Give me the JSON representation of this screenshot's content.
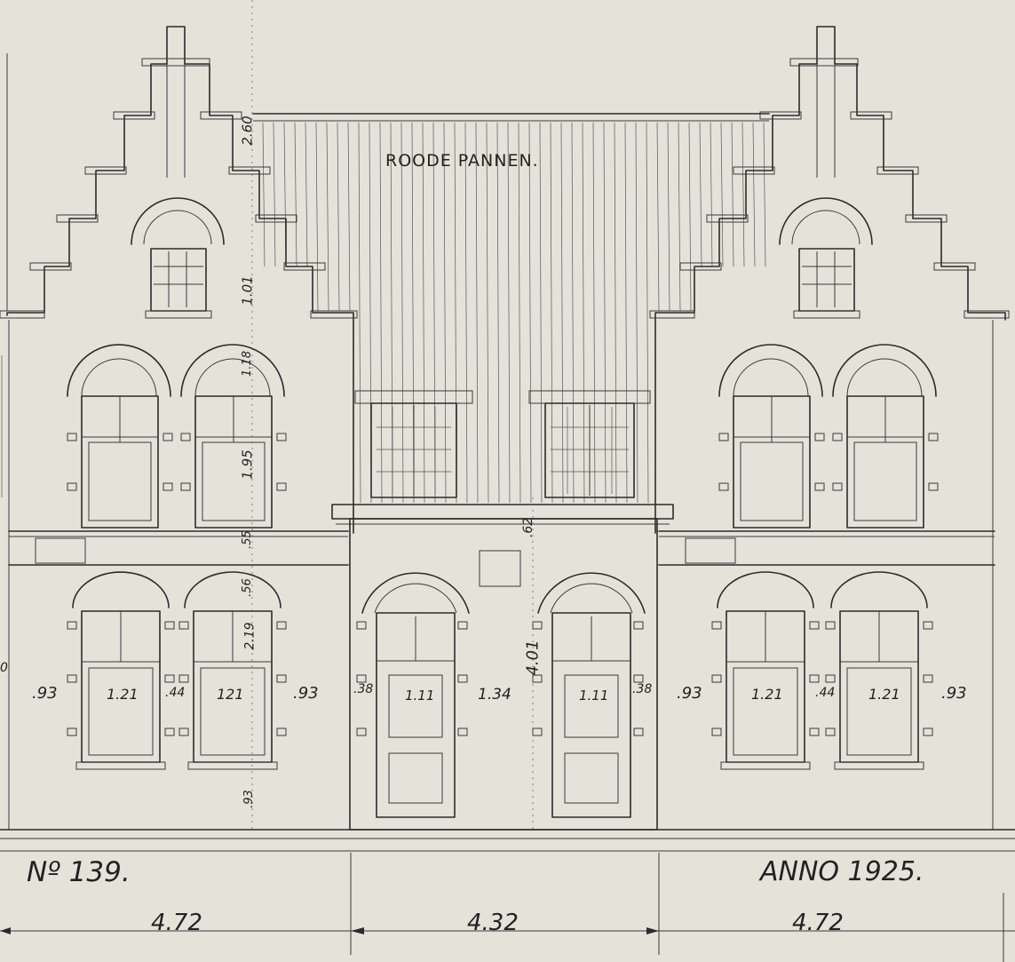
{
  "roof_note": "ROODE PANNEN.",
  "drawing_number": "Nº 139.",
  "year_note": "ANNO 1925.",
  "overall_widths": [
    "4.72",
    "4.32",
    "4.72"
  ],
  "vertical_dims": [
    "2.60",
    "1.01",
    "1.18",
    "1.95",
    ".55",
    ".56",
    "2.19",
    ".93",
    ".62",
    "4.01"
  ],
  "horizontal_dims": [
    ".93",
    "1.21",
    ".44",
    "121",
    ".93",
    ".38",
    "1.11",
    "1.34",
    "1.11",
    ".38",
    ".93",
    "1.21",
    ".44",
    "1.21",
    ".93",
    "0"
  ],
  "colors": {
    "paper": "#e4e3da",
    "ink": "#2b2b2b"
  }
}
